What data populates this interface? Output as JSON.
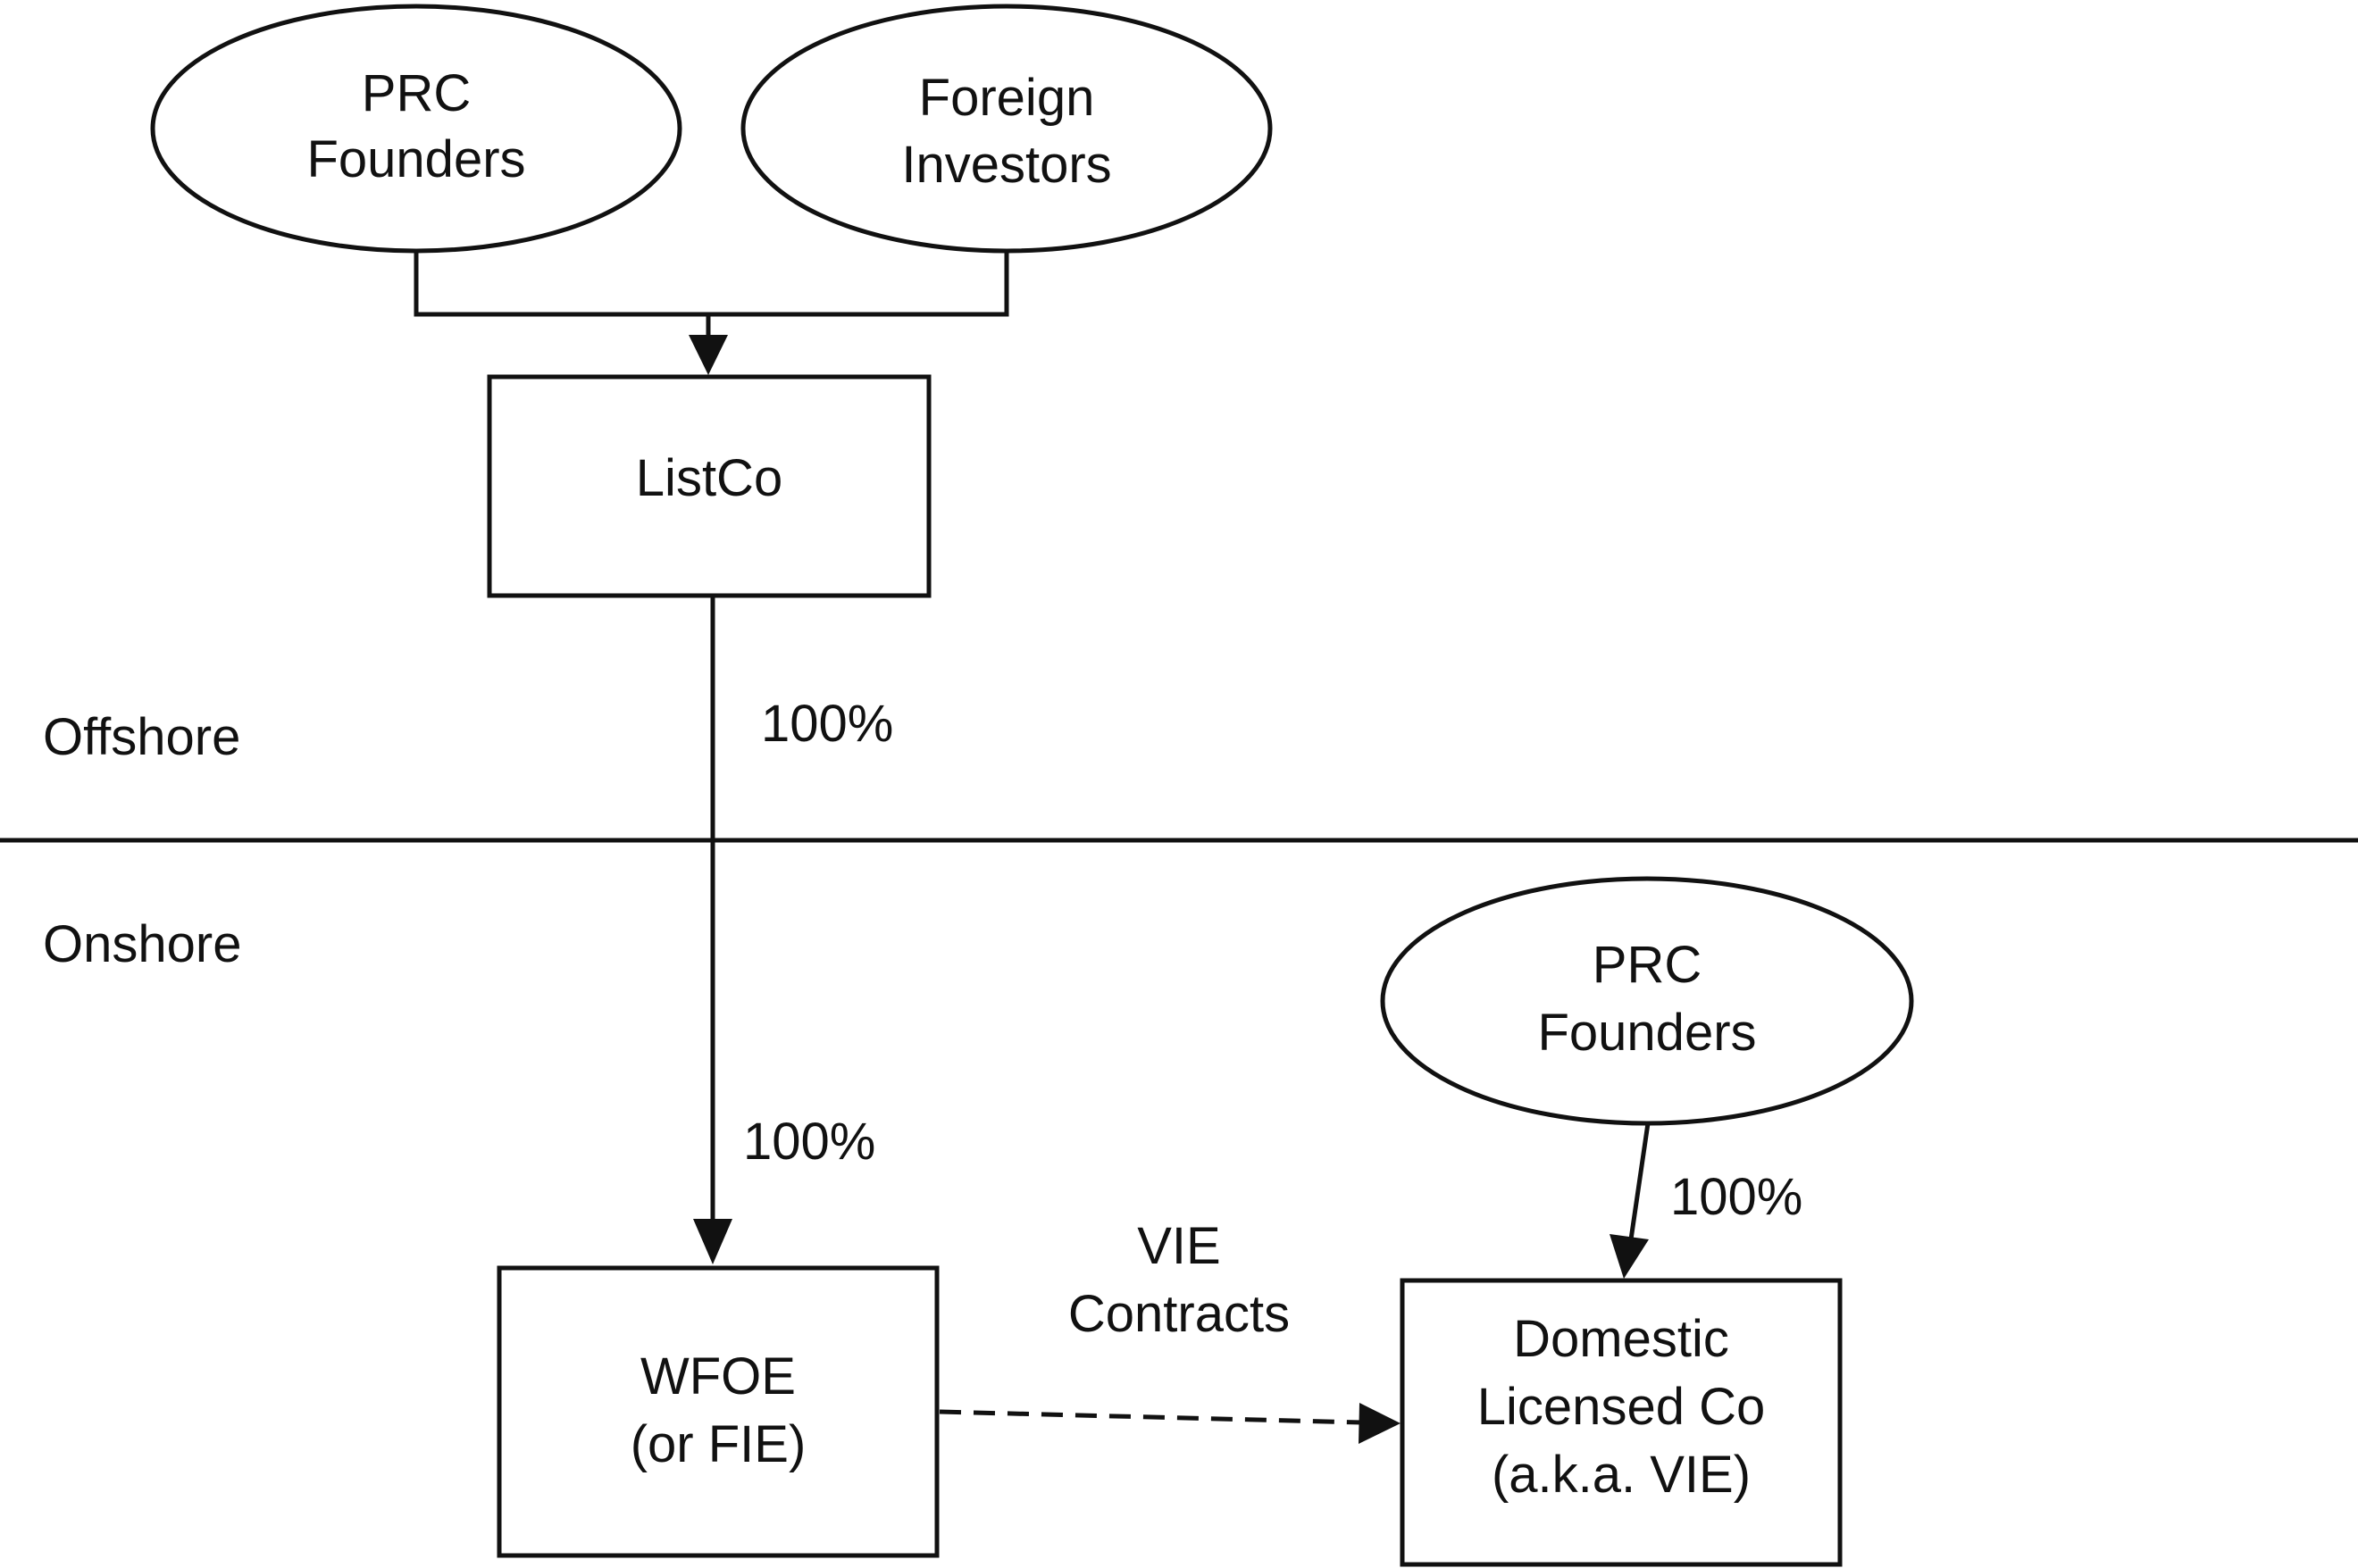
{
  "regions": {
    "offshore": "Offshore",
    "onshore": "Onshore"
  },
  "nodes": {
    "prc_founders_top": [
      "PRC",
      "Founders"
    ],
    "foreign_investors": [
      "Foreign",
      "Investors"
    ],
    "listco": [
      "ListCo"
    ],
    "wfoe": [
      "WFOE",
      "(or FIE)"
    ],
    "prc_founders_bottom": [
      "PRC",
      "Founders"
    ],
    "domestic_licensed_co": [
      "Domestic",
      "Licensed Co",
      "(a.k.a. VIE)"
    ]
  },
  "edges": {
    "listco_offshore_pct": "100%",
    "listco_to_wfoe_pct": "100%",
    "founders_to_domestic_pct": "100%",
    "vie_contracts": [
      "VIE",
      "Contracts"
    ]
  },
  "colors": {
    "ink": "#111111",
    "background": "#ffffff"
  }
}
